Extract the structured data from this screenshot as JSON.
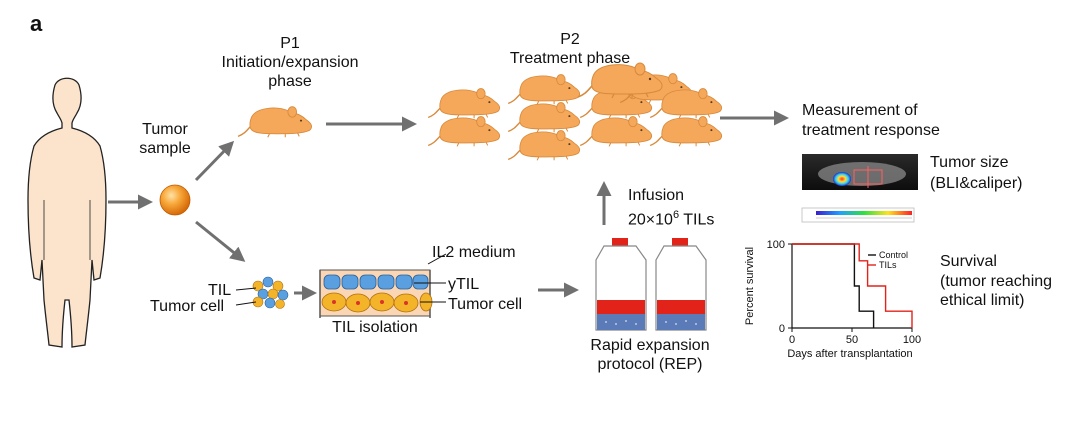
{
  "panel_label": "a",
  "phases": {
    "p1": {
      "title": "P1",
      "subtitle_line1": "Initiation/expansion",
      "subtitle_line2": "phase"
    },
    "p2": {
      "title": "P2",
      "subtitle": "Treatment phase"
    }
  },
  "labels": {
    "tumor_sample_line1": "Tumor",
    "tumor_sample_line2": "sample",
    "measurement_line1": "Measurement of",
    "measurement_line2": "treatment response",
    "tumor_size_line1": "Tumor size",
    "tumor_size_line2": "(BLI&caliper)",
    "survival_line1": "Survival",
    "survival_line2": "(tumor reaching",
    "survival_line3": "ethical limit)",
    "infusion_line1": "Infusion",
    "infusion_line2_prefix": "20×10",
    "infusion_line2_sup": "6",
    "infusion_line2_suffix": " TILs",
    "il2_medium": "IL2 medium",
    "ytil": "yTIL",
    "tumor_cell_right": "Tumor cell",
    "til_left": "TIL",
    "tumor_cell_left": "Tumor cell",
    "til_isolation": "TIL isolation",
    "rep_line1": "Rapid expansion",
    "rep_line2": "protocol (REP)"
  },
  "colors": {
    "mouse": "#f5a85a",
    "mouse_outline": "#d88a3c",
    "human": "#fbe3cc",
    "arrow": "#707070",
    "tumor_orange": "#f39a1e",
    "til_blue": "#5aa0e0",
    "tumor_yellow": "#f4b42a",
    "flask_red": "#e2231a",
    "control_line": "#111111",
    "tils_line": "#e2231a"
  },
  "icons": [
    "human-silhouette-icon",
    "mouse-icon",
    "tumor-sphere-icon",
    "cell-cluster-icon",
    "culture-dish-icon",
    "culture-flask-icon",
    "bli-image-icon",
    "bli-colorbar-icon"
  ],
  "chart_data": {
    "type": "line",
    "xlabel": "Days after transplantation",
    "ylabel": "Percent survival",
    "xlim": [
      0,
      100
    ],
    "ylim": [
      0,
      100
    ],
    "x_ticks": [
      0,
      50,
      100
    ],
    "y_ticks": [
      0,
      100
    ],
    "legend_position": "top-right",
    "step": true,
    "series": [
      {
        "name": "Control",
        "color": "#111111",
        "x": [
          0,
          52,
          52,
          56,
          56,
          68,
          68
        ],
        "y": [
          100,
          100,
          50,
          50,
          20,
          20,
          0
        ]
      },
      {
        "name": "TILs",
        "color": "#e2231a",
        "x": [
          0,
          56,
          56,
          63,
          63,
          78,
          78,
          100,
          100
        ],
        "y": [
          100,
          100,
          80,
          80,
          50,
          50,
          20,
          20,
          0
        ]
      }
    ]
  }
}
